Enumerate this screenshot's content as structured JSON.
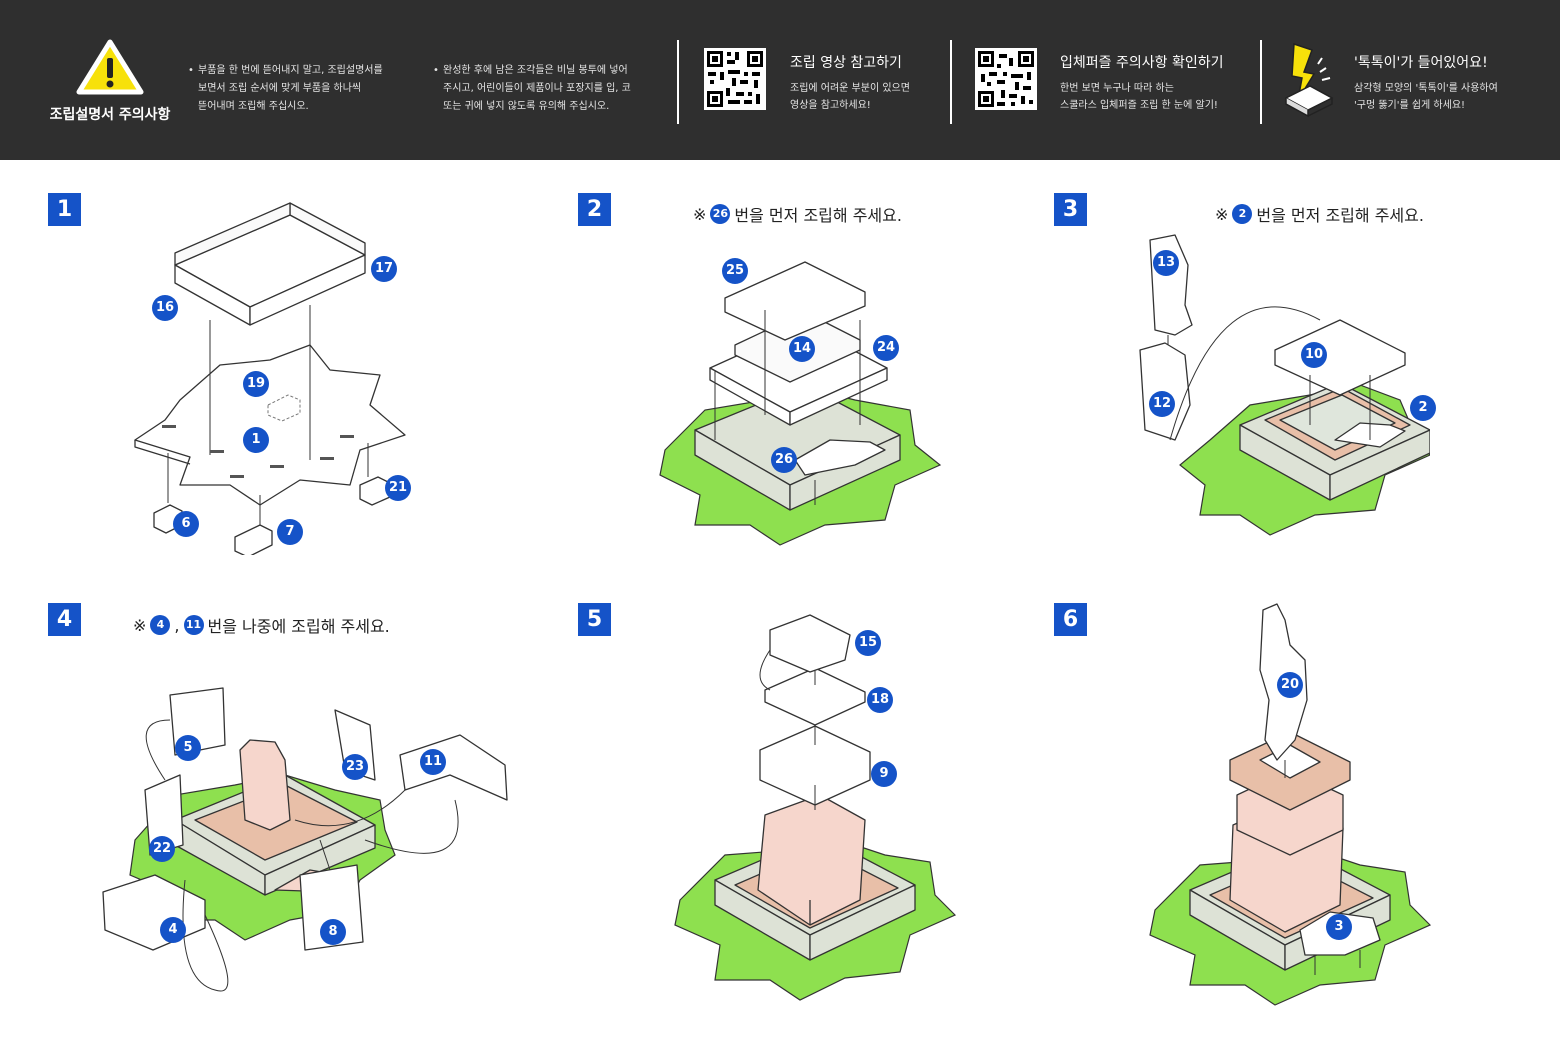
{
  "header": {
    "warning": {
      "title": "조립설명서 주의사항",
      "bullets": [
        [
          "부품을 한 번에 뜯어내지 말고, 조립설명서를",
          "보면서 조립 순서에 맞게 부품을 하나씩",
          "뜯어내며 조립해 주십시오."
        ],
        [
          "완성한 후에 남은 조각들은 비닐 봉투에 넣어",
          "주시고, 어린이들이 제품이나 포장지를 입, 코",
          "또는 귀에 넣지 않도록 유의해 주십시오."
        ]
      ]
    },
    "video": {
      "title": "조립 영상 참고하기",
      "lines": [
        "조립에 어려운 부분이 있으면",
        "영상을 참고하세요!"
      ]
    },
    "puzzle": {
      "title": "입체퍼즐 주의사항 확인하기",
      "lines": [
        "한번 보면 누구나 따라 하는",
        "스쿨라스 입체퍼즐 조립 한 눈에 알기!"
      ]
    },
    "tool": {
      "title": "'톡톡이'가 들어있어요!",
      "lines": [
        "삼각형 모양의 '톡톡이'를 사용하여",
        "'구멍 뚫기'를 쉽게 하세요!"
      ]
    }
  },
  "steps": [
    {
      "number": "1",
      "note": null,
      "parts": [
        "16",
        "17",
        "19",
        "1",
        "6",
        "7",
        "21"
      ]
    },
    {
      "number": "2",
      "note": {
        "prefix": "※",
        "refs": [
          "26"
        ],
        "text": "번을 먼저 조립해 주세요."
      },
      "parts": [
        "25",
        "14",
        "24",
        "26"
      ]
    },
    {
      "number": "3",
      "note": {
        "prefix": "※",
        "refs": [
          "2"
        ],
        "text": "번을 먼저 조립해 주세요."
      },
      "parts": [
        "13",
        "12",
        "10",
        "2"
      ]
    },
    {
      "number": "4",
      "note": {
        "prefix": "※",
        "refs": [
          "4",
          "11"
        ],
        "text": "번을 나중에 조립해 주세요."
      },
      "parts": [
        "5",
        "23",
        "11",
        "22",
        "4",
        "8"
      ]
    },
    {
      "number": "5",
      "note": null,
      "parts": [
        "15",
        "18",
        "9"
      ]
    },
    {
      "number": "6",
      "note": null,
      "parts": [
        "20",
        "3"
      ]
    }
  ],
  "colors": {
    "header_bg": "#2f2f2f",
    "step_blue": "#1553c8",
    "grass_green": "#8ee04f",
    "warning_yellow": "#f7e10a",
    "wood_pink": "#f6d6cc",
    "wood_brown": "#e8bfa8",
    "frame_gray": "#dde2d6"
  },
  "icons": {
    "warning": "warning-triangle-icon",
    "tool": "lightning-punch-tool-icon"
  }
}
